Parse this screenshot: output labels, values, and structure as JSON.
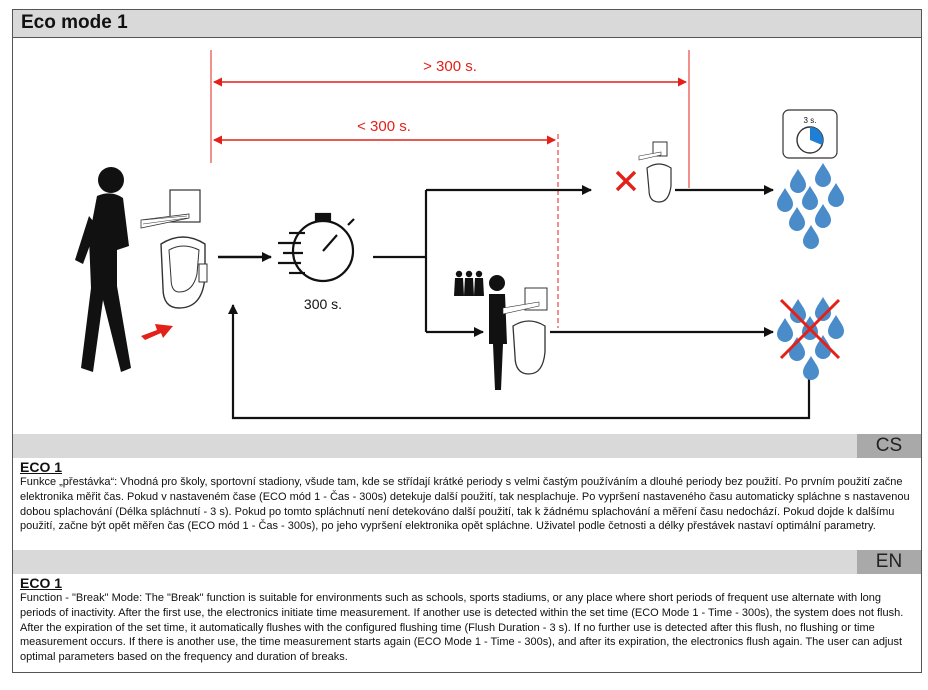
{
  "header": {
    "title": "Eco mode 1"
  },
  "diagram": {
    "span_long": "> 300 s.",
    "span_short": "< 300 s.",
    "timer_label": "300 s.",
    "flush_duration": "3 s.",
    "colors": {
      "annotation": "#e32119",
      "water": "#4a8bc9",
      "line": "#111111"
    }
  },
  "sections": [
    {
      "lang": "CS",
      "heading": "ECO 1",
      "body": "Funkce „přestávka“: Vhodná pro školy, sportovní stadiony, všude tam, kde se střídají krátké periody s velmi častým používáním a dlouhé periody bez použití. Po prvním použití začne elektronika měřit čas. Pokud v nastaveném čase (ECO mód 1 - Čas - 300s) detekuje další použití, tak nesplachuje. Po vypršení nastaveného času automaticky spláchne s nastavenou dobou splachování (Délka spláchnutí - 3 s). Pokud po tomto spláchnutí není detekováno další použití, tak k žádnému splachování a měření času nedochází. Pokud dojde k dalšímu použití, začne být opět měřen čas (ECO mód 1 - Čas - 300s), po jeho vypršení elektronika opět spláchne. Uživatel podle četnosti a délky přestávek nastaví optimální parametry."
    },
    {
      "lang": "EN",
      "heading": "ECO 1",
      "body": "Function - \"Break\" Mode: The \"Break\" function is suitable for environments such as schools, sports stadiums, or any place where short periods of frequent use alternate with long periods of inactivity. After the first use, the electronics initiate time measurement. If another use is detected within the set time (ECO Mode 1 - Time - 300s), the system does not flush. After the expiration of the set time, it automatically flushes with the configured flushing time (Flush Duration - 3 s). If no further use is detected after this flush, no flushing or time measurement occurs. If there is another use, the time measurement starts again (ECO Mode 1 - Time - 300s), and after its expiration, the electronics flush again. The user can adjust optimal parameters based on the frequency and duration of breaks."
    }
  ]
}
